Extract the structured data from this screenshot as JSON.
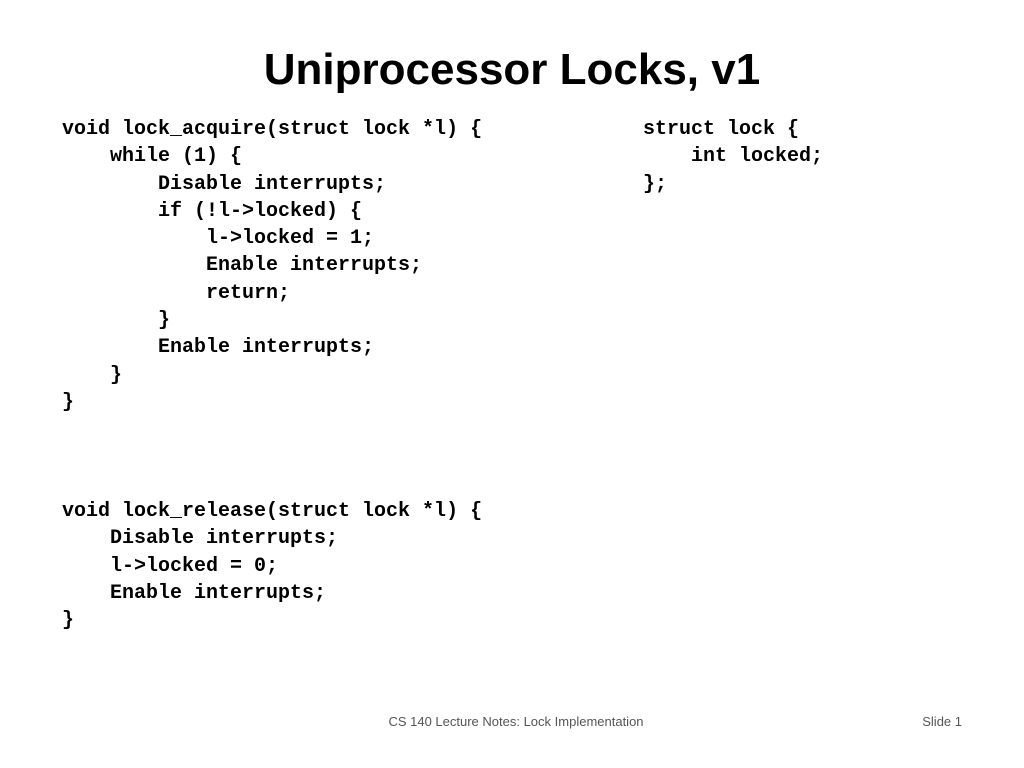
{
  "slide": {
    "title": "Uniprocessor Locks, v1",
    "lock_acquire_code": [
      "void lock_acquire(struct lock *l) {",
      "    while (1) {",
      "        Disable interrupts;",
      "        if (!l->locked) {",
      "            l->locked = 1;",
      "            Enable interrupts;",
      "            return;",
      "        }",
      "        Enable interrupts;",
      "    }",
      "}"
    ],
    "lock_release_code": [
      "void lock_release(struct lock *l) {",
      "    Disable interrupts;",
      "    l->locked = 0;",
      "    Enable interrupts;",
      "}"
    ],
    "struct_code": [
      "struct lock {",
      "    int locked;",
      "};"
    ],
    "footer": {
      "course": "CS 140 Lecture Notes: Lock Implementation",
      "slide_number": "Slide 1"
    }
  }
}
